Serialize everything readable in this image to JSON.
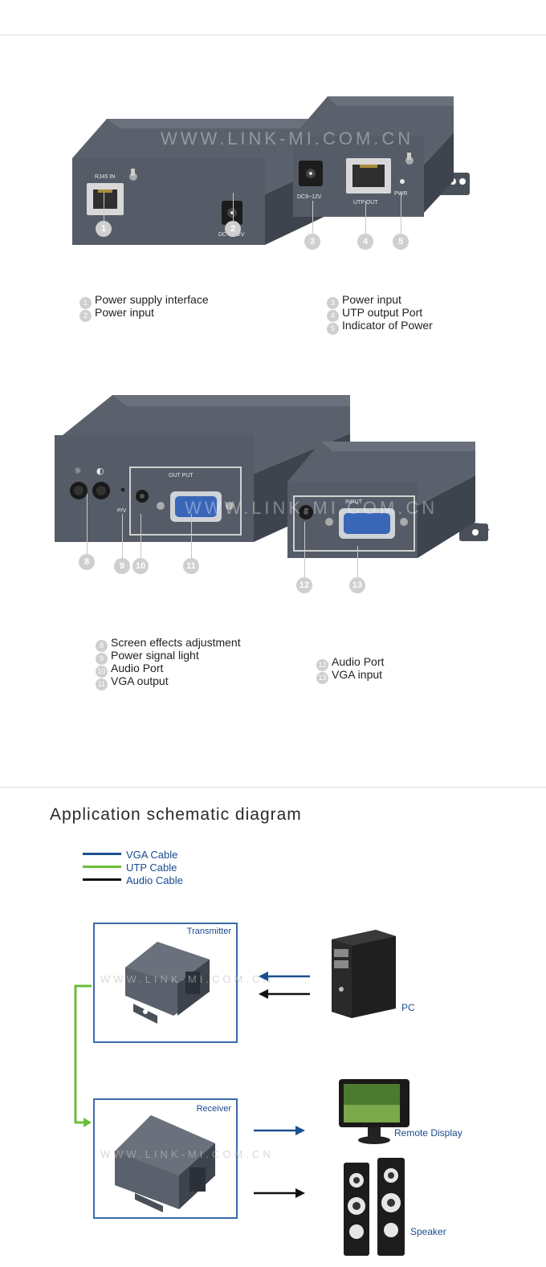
{
  "watermark": "WWW.LINK-MI.COM.CN",
  "panel1": {
    "callouts": [
      "1",
      "2",
      "3",
      "4",
      "5"
    ],
    "port_labels": {
      "rj45": "RJ45 IN",
      "dc_left": "DC 9~12V",
      "dc_right": "DC9~12V",
      "utp_out": "UTP OUT",
      "pwr": "PWR"
    },
    "legend_left": [
      {
        "n": "1",
        "text": "Power supply interface"
      },
      {
        "n": "2",
        "text": "Power input"
      }
    ],
    "legend_right": [
      {
        "n": "3",
        "text": "Power input"
      },
      {
        "n": "4",
        "text": "UTP output Port"
      },
      {
        "n": "5",
        "text": "Indicator of Power"
      }
    ]
  },
  "panel2": {
    "callouts": [
      "8",
      "9",
      "10",
      "11",
      "12",
      "13"
    ],
    "port_labels": {
      "out_put": "OUT  PUT",
      "input": "INPUT",
      "pv": "P/V"
    },
    "legend_left": [
      {
        "n": "8",
        "text": "Screen effects adjustment"
      },
      {
        "n": "9",
        "text": "Power signal light"
      },
      {
        "n": "10",
        "text": "Audio Port"
      },
      {
        "n": "11",
        "text": "VGA output"
      }
    ],
    "legend_right": [
      {
        "n": "12",
        "text": "Audio Port"
      },
      {
        "n": "13",
        "text": "VGA input"
      }
    ]
  },
  "schematic": {
    "title": "Application schematic diagram",
    "cables": [
      {
        "label": "VGA Cable",
        "color": "#1b4f8f"
      },
      {
        "label": "UTP Cable",
        "color": "#6cbd3a"
      },
      {
        "label": "Audio Cable",
        "color": "#111111"
      }
    ],
    "transmitter_label": "Transmitter",
    "receiver_label": "Receiver",
    "pc_label": "PC",
    "display_label": "Remote Display",
    "speaker_label": "Speaker"
  },
  "colors": {
    "device_body": "#4b5563",
    "device_face": "#5a6270",
    "accent_blue": "#1b4f8f",
    "utp_green": "#6cbd3a"
  }
}
